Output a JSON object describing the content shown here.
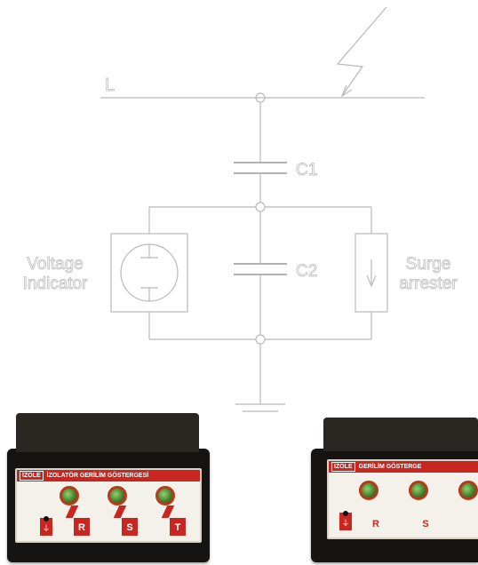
{
  "diagram": {
    "line_label": "L",
    "capacitor_1_label": "C1",
    "capacitor_2_label": "C2",
    "voltage_indicator_label": [
      "Voltage",
      "Indicator"
    ],
    "surge_arrester_label": [
      "Surge",
      "arrester"
    ]
  },
  "devices": {
    "left": {
      "brand": "İZOLE",
      "title": "İZOLATÖR GERİLİM GÖSTERGESİ",
      "ground_symbol": "⏚",
      "phases": [
        "R",
        "S",
        "T"
      ]
    },
    "right": {
      "brand": "IZOLE",
      "title": "GERİLİM GÖSTERGE",
      "ground_symbol": "⏚",
      "phases": [
        "R",
        "S"
      ]
    }
  },
  "colors": {
    "line": "#b9b9b9",
    "label": "#c3c3c3",
    "device_body": "#161412",
    "panel_accent": "#c8261e",
    "indicator_led": "#5aa63a"
  }
}
